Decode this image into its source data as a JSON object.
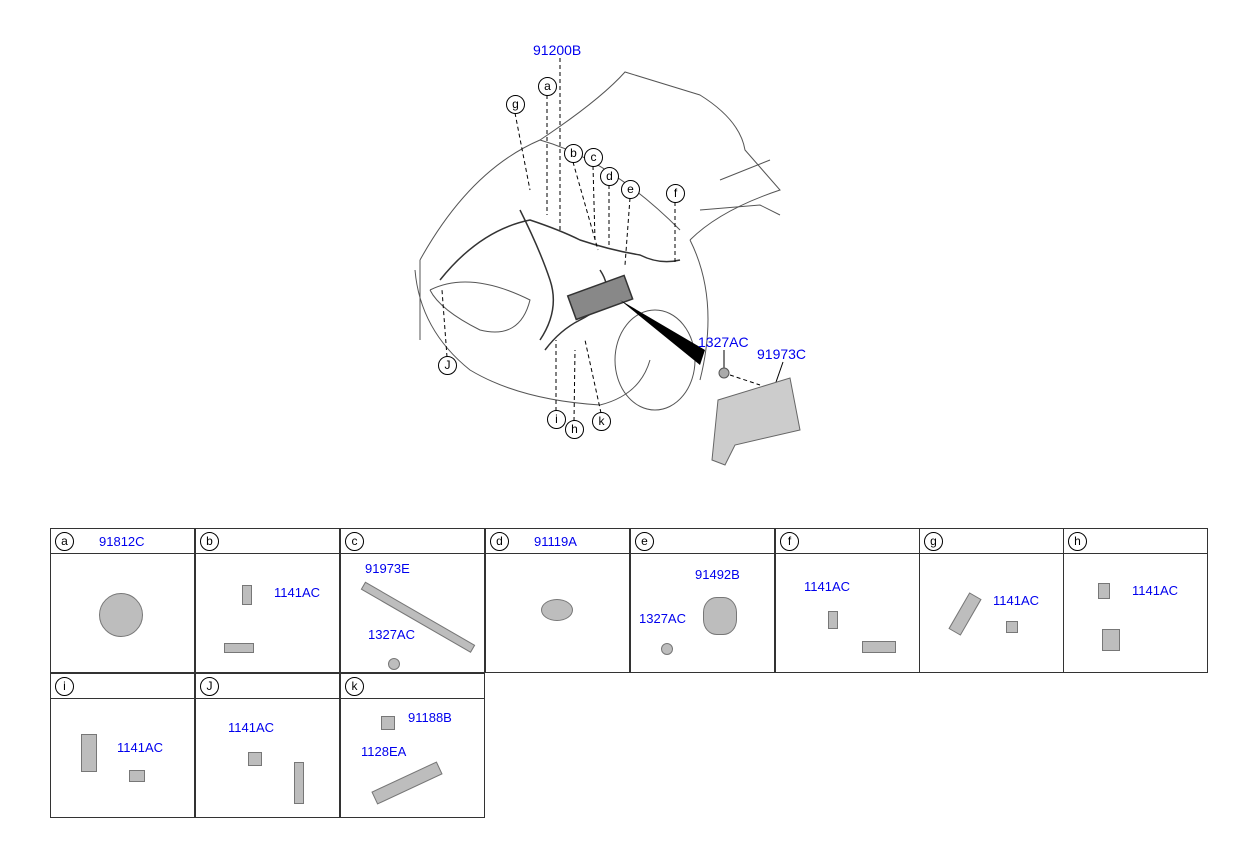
{
  "main_diagram": {
    "callouts": {
      "main_harness": "91200B",
      "a": "a",
      "b": "b",
      "c": "c",
      "d": "d",
      "e": "e",
      "f": "f",
      "g": "g",
      "h": "h",
      "i": "i",
      "J": "J",
      "k": "k"
    },
    "bracket_nut": "1327AC",
    "bracket": "91973C"
  },
  "cells": [
    {
      "letter": "a",
      "part": "91812C",
      "labels": []
    },
    {
      "letter": "b",
      "part": "",
      "labels": [
        "1141AC"
      ]
    },
    {
      "letter": "c",
      "part": "",
      "labels": [
        "91973E",
        "1327AC"
      ]
    },
    {
      "letter": "d",
      "part": "91119A",
      "labels": []
    },
    {
      "letter": "e",
      "part": "",
      "labels": [
        "91492B",
        "1327AC"
      ]
    },
    {
      "letter": "f",
      "part": "",
      "labels": [
        "1141AC"
      ]
    },
    {
      "letter": "g",
      "part": "",
      "labels": [
        "1141AC"
      ]
    },
    {
      "letter": "h",
      "part": "",
      "labels": [
        "1141AC"
      ]
    },
    {
      "letter": "i",
      "part": "",
      "labels": [
        "1141AC"
      ]
    },
    {
      "letter": "J",
      "part": "",
      "labels": [
        "1141AC"
      ]
    },
    {
      "letter": "k",
      "part": "",
      "labels": [
        "91188B",
        "1128EA"
      ]
    }
  ]
}
